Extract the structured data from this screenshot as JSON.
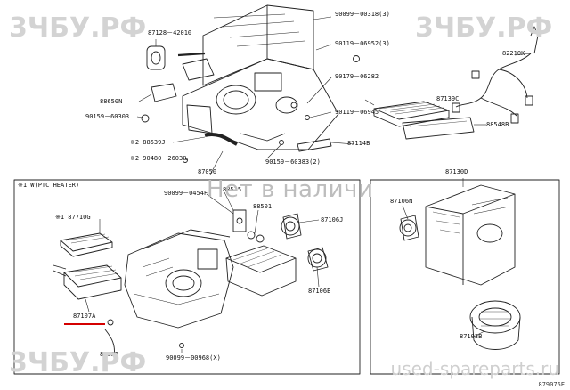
{
  "watermarks": {
    "brand": "3ЧБУ.РФ",
    "site": "used-spareparts.ru",
    "stock": "Нет в наличи"
  },
  "diagram_code": "879076F",
  "sections": {
    "left_box": "※1 W(PTC HEATER)"
  },
  "labels": {
    "p87128": "87128－42010",
    "p90099_00318": "90099－00318(3)",
    "p90119_06952": "90119－06952(3)",
    "p82210": "82210K",
    "p88650": "88650N",
    "p90159_60303": "90159－60303",
    "p90179_06282": "90179－06282",
    "p87139": "87139C",
    "p90119_06945": "90119－06945",
    "p88548": "88548B",
    "p88539": "※2 88539J",
    "p87114": "87114B",
    "p90480": "※2 90480－26030",
    "p90159_60383": "90159－60383(2)",
    "p87050": "87050",
    "p87130": "87130D",
    "p90099_04": "90099－0454F",
    "p88515": "88515",
    "p88501": "88501",
    "p87106j": "87106J",
    "p87106n": "87106N",
    "p87710": "※1 87710G",
    "p87106b": "87106B",
    "p87107": "87107A",
    "p88625": "88625",
    "p90099_00968": "90099－00968(X)",
    "p87103": "87103B"
  }
}
